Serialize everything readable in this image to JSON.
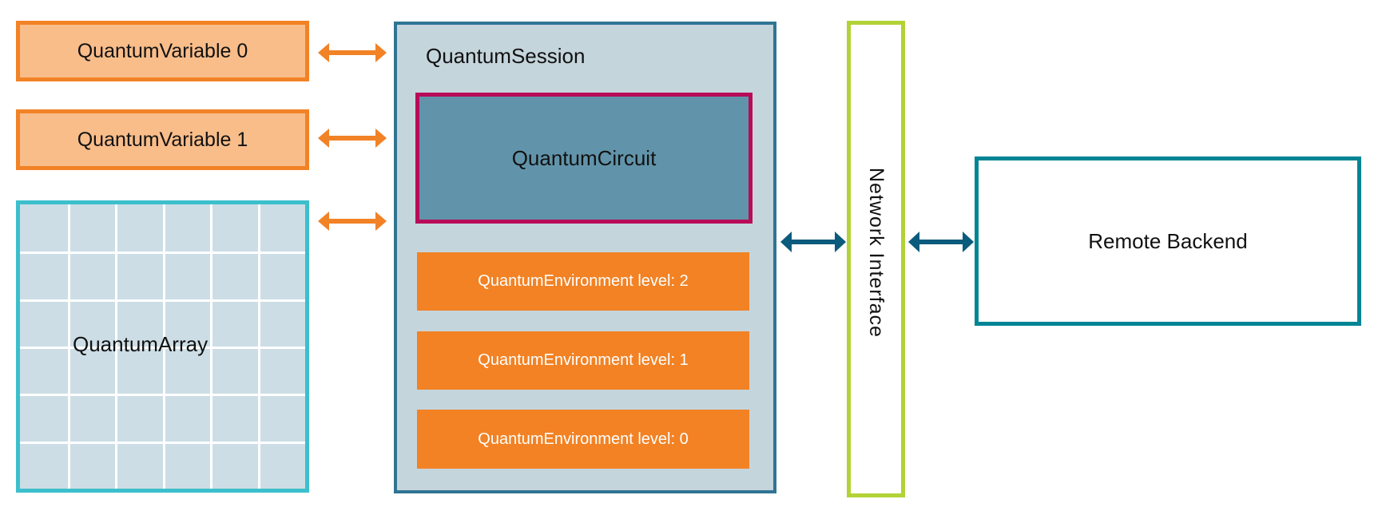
{
  "diagram": {
    "variables": [
      {
        "label": "QuantumVariable 0"
      },
      {
        "label": "QuantumVariable 1"
      }
    ],
    "array": {
      "label": "QuantumArray",
      "grid_columns": 6,
      "grid_rows": 6
    },
    "session": {
      "title": "QuantumSession",
      "circuit": {
        "label": "QuantumCircuit"
      },
      "environments": [
        {
          "label": "QuantumEnvironment level: 2"
        },
        {
          "label": "QuantumEnvironment level: 1"
        },
        {
          "label": "QuantumEnvironment level: 0"
        }
      ]
    },
    "network": {
      "label": "Network Interface"
    },
    "backend": {
      "label": "Remote Backend"
    },
    "connections": [
      {
        "from": "QuantumVariable 0",
        "to": "QuantumSession",
        "type": "bidirectional",
        "color": "#f28226"
      },
      {
        "from": "QuantumVariable 1",
        "to": "QuantumSession",
        "type": "bidirectional",
        "color": "#f28226"
      },
      {
        "from": "QuantumArray",
        "to": "QuantumSession",
        "type": "bidirectional",
        "color": "#f28226"
      },
      {
        "from": "QuantumSession",
        "to": "Network Interface",
        "type": "bidirectional",
        "color": "#0b5b7d"
      },
      {
        "from": "Network Interface",
        "to": "Remote Backend",
        "type": "bidirectional",
        "color": "#0b5b7d"
      }
    ]
  },
  "colors": {
    "variable_fill": "#f9bd8a",
    "variable_border": "#f28226",
    "array_fill": "#ccdde5",
    "array_border": "#3cbfcc",
    "session_fill": "#c5d5dc",
    "session_border": "#2f7494",
    "circuit_fill": "#6194aa",
    "circuit_border": "#b80b58",
    "environment_fill": "#f28224",
    "network_border": "#b2d235",
    "backend_border": "#008595"
  }
}
